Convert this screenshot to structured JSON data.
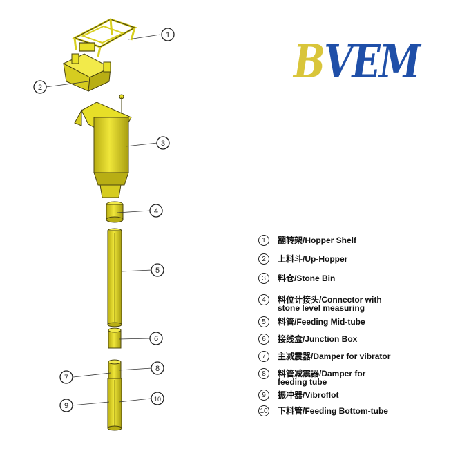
{
  "logo": {
    "first_letter": "B",
    "rest_letters": "VEM"
  },
  "callouts": [
    "1",
    "2",
    "3",
    "4",
    "5",
    "6",
    "7",
    "8",
    "9",
    "10"
  ],
  "legend": [
    {
      "num": "1",
      "text": "翻转架/Hopper Shelf"
    },
    {
      "num": "2",
      "text": "上料斗/Up-Hopper"
    },
    {
      "num": "3",
      "text": "料仓/Stone Bin"
    },
    {
      "num": "4",
      "text": "料位计接头/Connector with stone level measuring"
    },
    {
      "num": "5",
      "text": "料管/Feeding Mid-tube"
    },
    {
      "num": "6",
      "text": "接线盒/Junction Box"
    },
    {
      "num": "7",
      "text": "主减震器/Damper for vibrator"
    },
    {
      "num": "8",
      "text": "料管减震器/Damper for feeding tube"
    },
    {
      "num": "9",
      "text": "振冲器/Vibroflot"
    },
    {
      "num": "10",
      "text": "下料管/Feeding Bottom-tube"
    }
  ],
  "colors": {
    "part_yellow": "#e7df28",
    "part_outline": "#4a4410",
    "logo_gold": "#d9c53a",
    "logo_blue": "#1f4fa8"
  }
}
